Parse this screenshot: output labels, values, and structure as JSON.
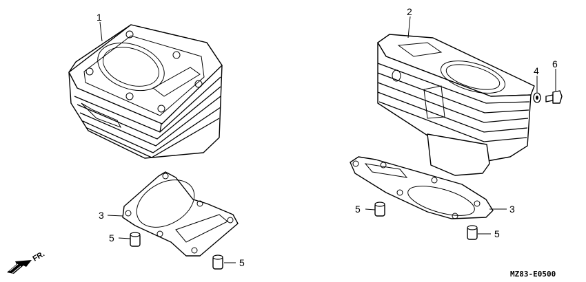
{
  "callouts": {
    "cyl_left": "1",
    "cyl_right": "2",
    "gasket_left": "3",
    "gasket_right": "3",
    "washer": "4",
    "bolt": "6",
    "dowel_left_a": "5",
    "dowel_left_b": "5",
    "dowel_right_a": "5",
    "dowel_right_b": "5"
  },
  "direction_label": "FR.",
  "diagram_code": "MZ83-E0500"
}
